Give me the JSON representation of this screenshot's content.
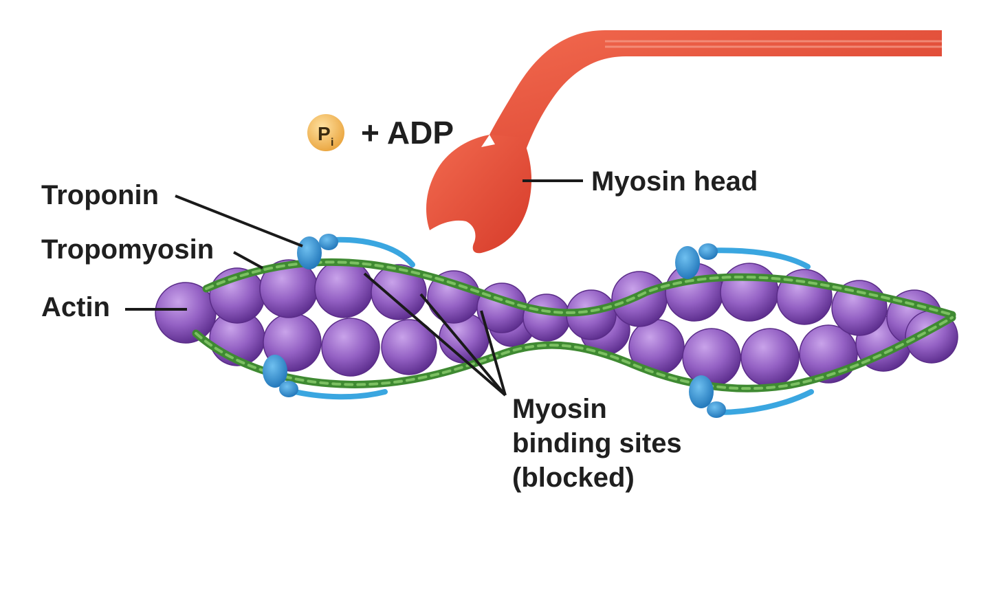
{
  "labels": {
    "troponin": "Troponin",
    "tropomyosin": "Tropomyosin",
    "actin": "Actin",
    "myosin_head": "Myosin head",
    "binding_sites_line1": "Myosin",
    "binding_sites_line2": "binding sites",
    "binding_sites_line3": "(blocked)"
  },
  "reaction": {
    "pi_letter": "P",
    "pi_subscript": "i",
    "plus_adp": "+ ADP"
  },
  "colors": {
    "actin": "#8b55b8",
    "actin_light": "#b98ee0",
    "tropomyosin": "#4e9a3c",
    "troponin": "#2f8fd0",
    "myosin": "#e8503a",
    "phosphate": "#f2b650",
    "leader_line": "#1a1a1a"
  }
}
